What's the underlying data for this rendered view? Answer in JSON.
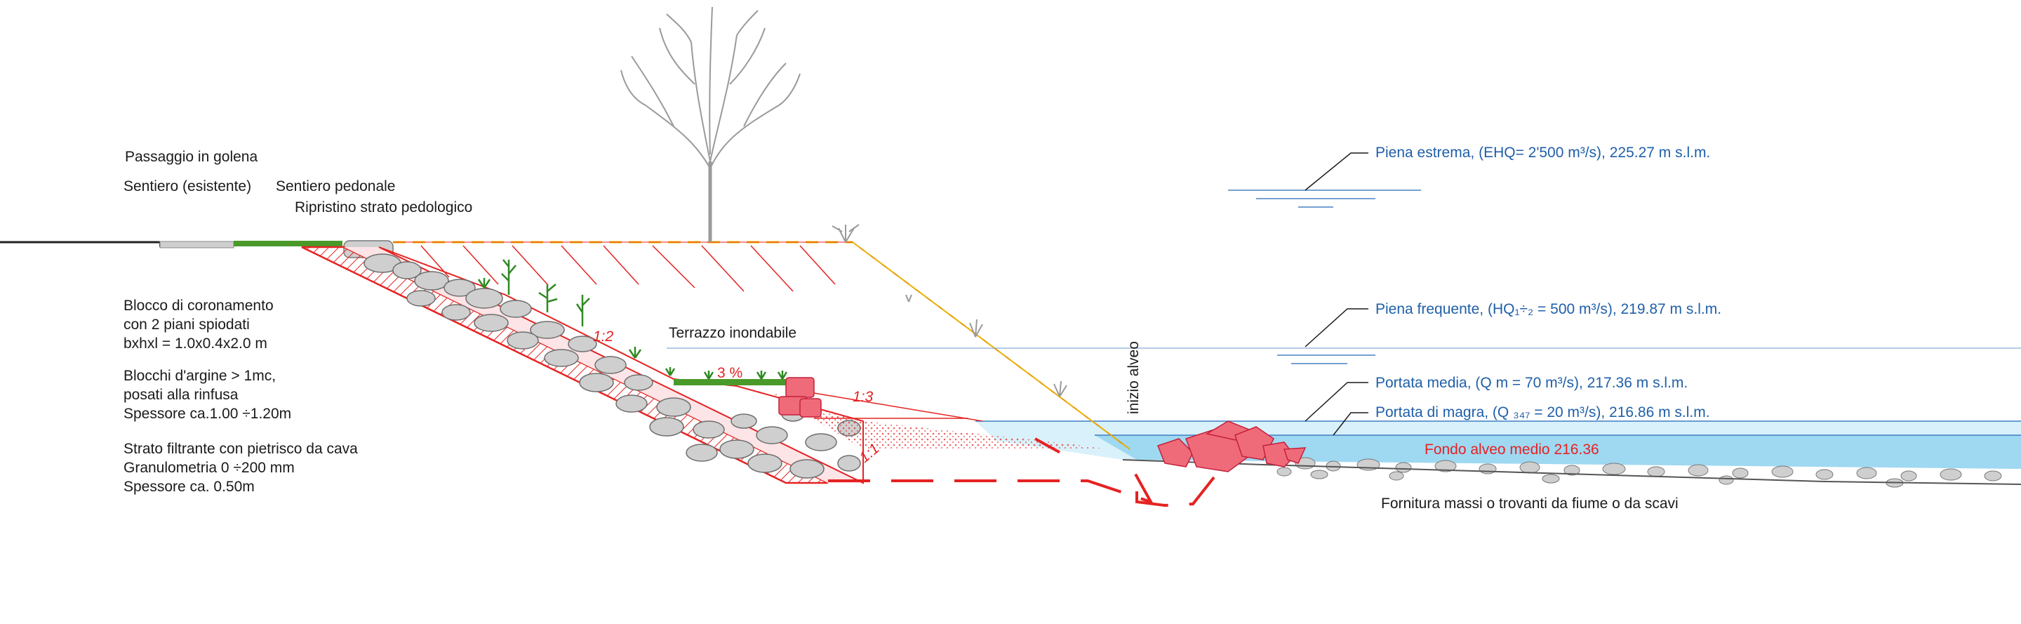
{
  "labels": {
    "passaggio": "Passaggio in golena",
    "sentiero_esistente": "Sentiero (esistente)",
    "sentiero_pedonale": "Sentiero pedonale",
    "ripristino": "Ripristino strato pedologico",
    "blocco_1": "Blocco di coronamento",
    "blocco_2": "con 2 piani spiodati",
    "blocco_3": "bxhxl = 1.0x0.4x2.0 m",
    "blocchi_1": "Blocchi d'argine > 1mc,",
    "blocchi_2": "posati alla rinfusa",
    "blocchi_3": "Spessore ca.1.00  ÷1.20m",
    "strato_1": "Strato filtrante con pietrisco da cava",
    "strato_2": "Granulometria 0 ÷200 mm",
    "strato_3": "Spessore ca. 0.50m",
    "terrazzo": "Terrazzo inondabile",
    "inizio_alveo": "inizio alveo",
    "pendenza": "3 %",
    "slope_12": "1:2",
    "slope_13": "1:3",
    "slope_11": "1:1",
    "fondo": "Fondo alveo medio 216.36",
    "fornitura": "Fornitura massi o trovanti da fiume o da scavi"
  },
  "water_levels": {
    "piena_estrema": "Piena estrema, (EHQ= 2'500 m³/s), 225.27 m s.l.m.",
    "piena_frequente": "Piena frequente, (HQ₁÷₂ = 500 m³/s), 219.87 m s.l.m.",
    "portata_media": "Portata media, (Q m = 70 m³/s), 217.36 m s.l.m.",
    "portata_magra": "Portata di magra, (Q ₃₄₇ = 20 m³/s), 216.86 m s.l.m."
  },
  "colors": {
    "embankment_red": "#e52222",
    "water_blue": "#1f5fa8",
    "water_fill": "#bfe6f5",
    "grass_green": "#4a9a2a",
    "rock_gray": "#cfcfcf",
    "boulder_pink": "#f06b7a",
    "path_yellow": "#f2c200"
  }
}
